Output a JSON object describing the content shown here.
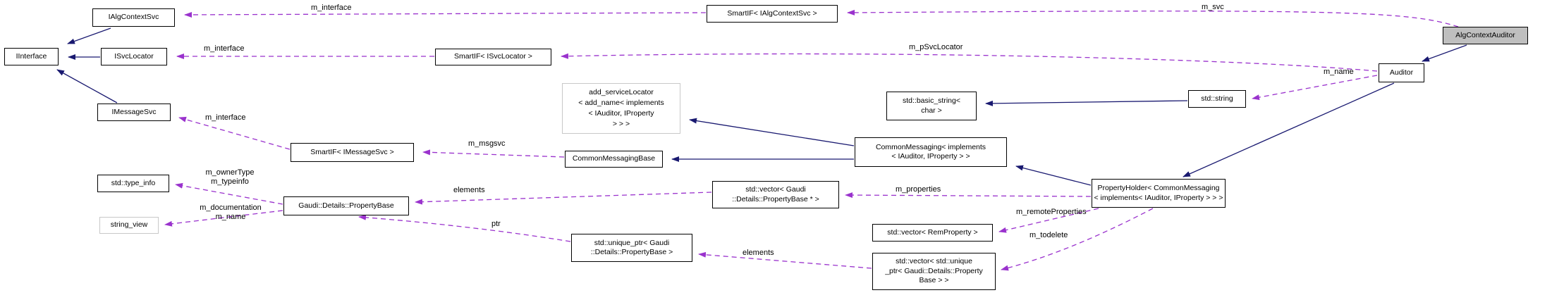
{
  "diagram": {
    "colors": {
      "inheritance_edge": "#191970",
      "usage_edge": "#9a32cd",
      "node_border": "#000000",
      "helper_border": "#c8c8c8",
      "highlight_fill": "#bfbfbf",
      "background": "#ffffff"
    },
    "nodes": {
      "iinterface": {
        "label": "IInterface"
      },
      "ialgcontextsvc": {
        "label": "IAlgContextSvc"
      },
      "isvclocator": {
        "label": "ISvcLocator"
      },
      "imessagesvc": {
        "label": "IMessageSvc"
      },
      "type_info": {
        "label": "std::type_info"
      },
      "string_view": {
        "label": "string_view"
      },
      "smartif_imessagesvc": {
        "label": "SmartIF< IMessageSvc >"
      },
      "propertybase": {
        "label": "Gaudi::Details::PropertyBase"
      },
      "smartif_isvclocator": {
        "label": "SmartIF< ISvcLocator >"
      },
      "add_servicelocator": {
        "label": "add_serviceLocator\n< add_name< implements\n< IAuditor, IProperty\n> > >"
      },
      "commonmessagingbase": {
        "label": "CommonMessagingBase"
      },
      "smartif_ialgcontextsvc": {
        "label": "SmartIF< IAlgContextSvc >"
      },
      "vector_propertybase": {
        "label": "std::vector< Gaudi\n::Details::PropertyBase * >"
      },
      "unique_ptr_propertybase": {
        "label": "std::unique_ptr< Gaudi\n::Details::PropertyBase >"
      },
      "commonmessaging": {
        "label": "CommonMessaging< implements\n< IAuditor, IProperty > >"
      },
      "basic_string": {
        "label": "std::basic_string<\nchar >"
      },
      "vector_remproperty": {
        "label": "std::vector< RemProperty >"
      },
      "vector_unique_ptr": {
        "label": "std::vector< std::unique\n_ptr< Gaudi::Details::Property\nBase > >"
      },
      "propertyholder": {
        "label": "PropertyHolder< CommonMessaging\n< implements< IAuditor, IProperty > > >"
      },
      "std_string": {
        "label": "std::string"
      },
      "auditor": {
        "label": "Auditor"
      },
      "algcontextauditor": {
        "label": "AlgContextAuditor"
      }
    },
    "edge_labels": {
      "m_interface_algcontext": "m_interface",
      "m_svc": "m_svc",
      "m_interface_svclocator": "m_interface",
      "m_psvclocator": "m_pSvcLocator",
      "m_name_auditor": "m_name",
      "m_interface_messagesvc": "m_interface",
      "m_msgsvc": "m_msgsvc",
      "m_ownertype_typeinfo": "m_ownerType\nm_typeinfo",
      "m_documentation_name": "m_documentation\nm_name",
      "elements_properties": "elements",
      "m_properties": "m_properties",
      "m_remoteproperties": "m_remoteProperties",
      "m_todelete": "m_todelete",
      "elements_unique": "elements",
      "ptr": "ptr"
    }
  }
}
